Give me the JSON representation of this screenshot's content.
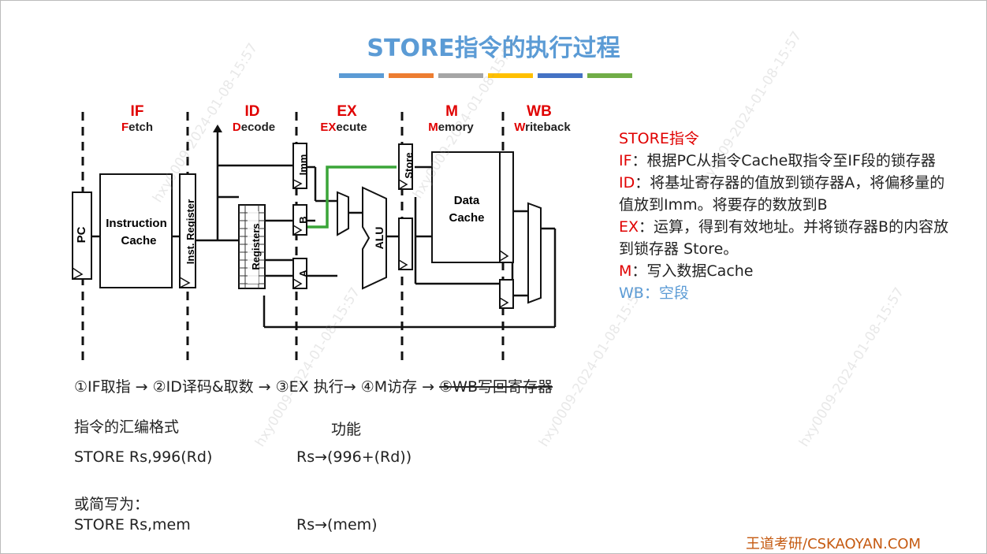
{
  "title": "STORE指令的执行过程",
  "stripe_colors": [
    "#5b9bd5",
    "#ed7d31",
    "#a5a5a5",
    "#ffc000",
    "#4472c4",
    "#70ad47"
  ],
  "diagram": {
    "stages": [
      {
        "abbr": "IF",
        "first": "F",
        "rest": "etch"
      },
      {
        "abbr": "ID",
        "first": "D",
        "rest": "ecode"
      },
      {
        "abbr": "EX",
        "first": "EX",
        "rest": "ecute"
      },
      {
        "abbr": "M",
        "first": "M",
        "rest": "emory"
      },
      {
        "abbr": "WB",
        "first": "W",
        "rest": "riteback"
      }
    ],
    "pc": "PC",
    "icache_line1": "Instruction",
    "icache_line2": "Cache",
    "inst_reg": "Inst. Register",
    "registers": "Registers",
    "imm": "Imm",
    "latch_a": "A",
    "latch_b": "B",
    "alu": "ALU",
    "store": "Store",
    "dcache_line1": "Data",
    "dcache_line2": "Cache"
  },
  "explain": {
    "heading": "STORE指令",
    "if_label": "IF",
    "if_text": "：根据PC从指令Cache取指令至IF段的锁存器",
    "id_label": "ID",
    "id_text": "：将基址寄存器的值放到锁存器A，将偏移量的值放到Imm。将要存的数放到B",
    "ex_label": "EX",
    "ex_text": "：运算，得到有效地址。并将锁存器B的内容放到锁存器 Store。",
    "m_label": "M",
    "m_text": "：写入数据Cache",
    "wb_text": "WB：空段"
  },
  "pipeline": {
    "step1": "①IF取指 → ②ID译码&取数 → ③EX 执行→ ④M访存 → ",
    "step5": "⑤WB写回寄存器"
  },
  "format": {
    "header_left": "指令的汇编格式",
    "header_right": "功能",
    "row1_left": "STORE  Rs,996(Rd)",
    "row1_right": "Rs→(996+(Rd))",
    "alt_label": "或简写为：",
    "row2_left": "STORE  Rs,mem",
    "row2_right": "Rs→(mem)"
  },
  "footer": "王道考研/CSKAOYAN.COM",
  "watermark": "hxy0009-2024-01-08-15:57"
}
